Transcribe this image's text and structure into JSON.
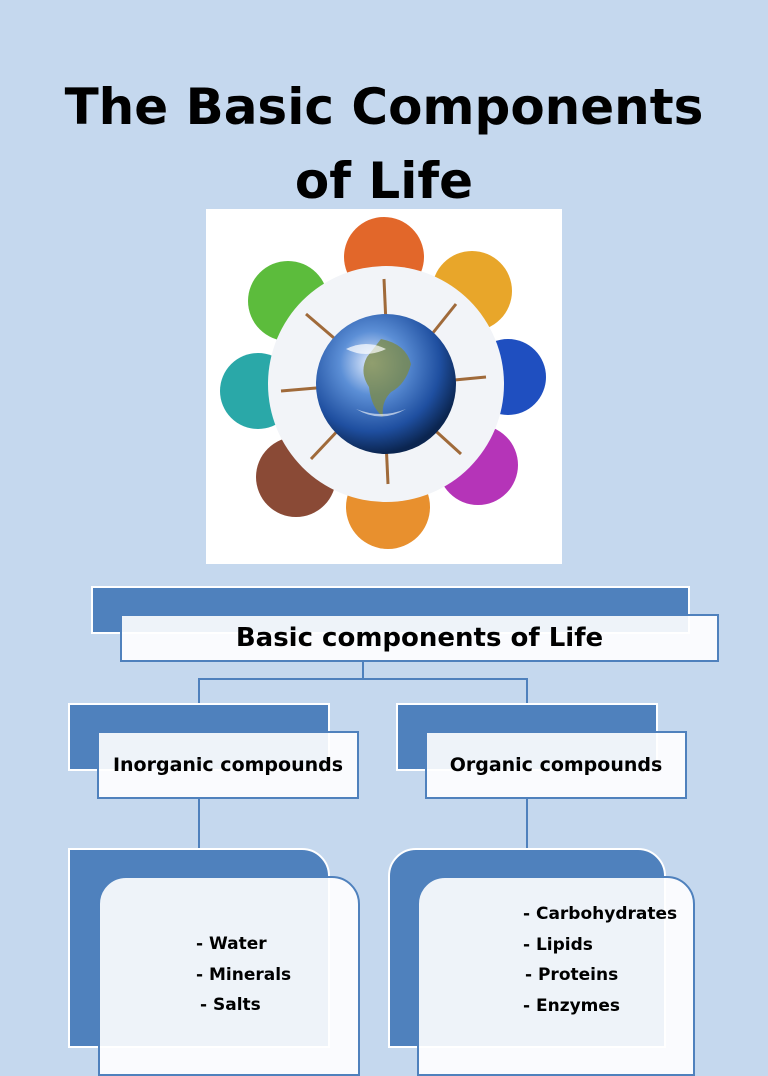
{
  "title": {
    "line1": "The Basic Components",
    "line2": "of Life"
  },
  "image": {
    "icon": "earth-surrounded-by-colorful-trees"
  },
  "diagram": {
    "root": "Basic components of Life",
    "inorganic": {
      "label": "Inorganic compounds",
      "items": [
        "- Water",
        "- Minerals",
        "- Salts"
      ]
    },
    "organic": {
      "label": "Organic compounds",
      "items": [
        "- Carbohydrates",
        "- Lipids",
        "- Proteins",
        "- Enzymes"
      ]
    }
  },
  "colors": {
    "background": "#c5d8ee",
    "accent": "#4f81bd"
  }
}
